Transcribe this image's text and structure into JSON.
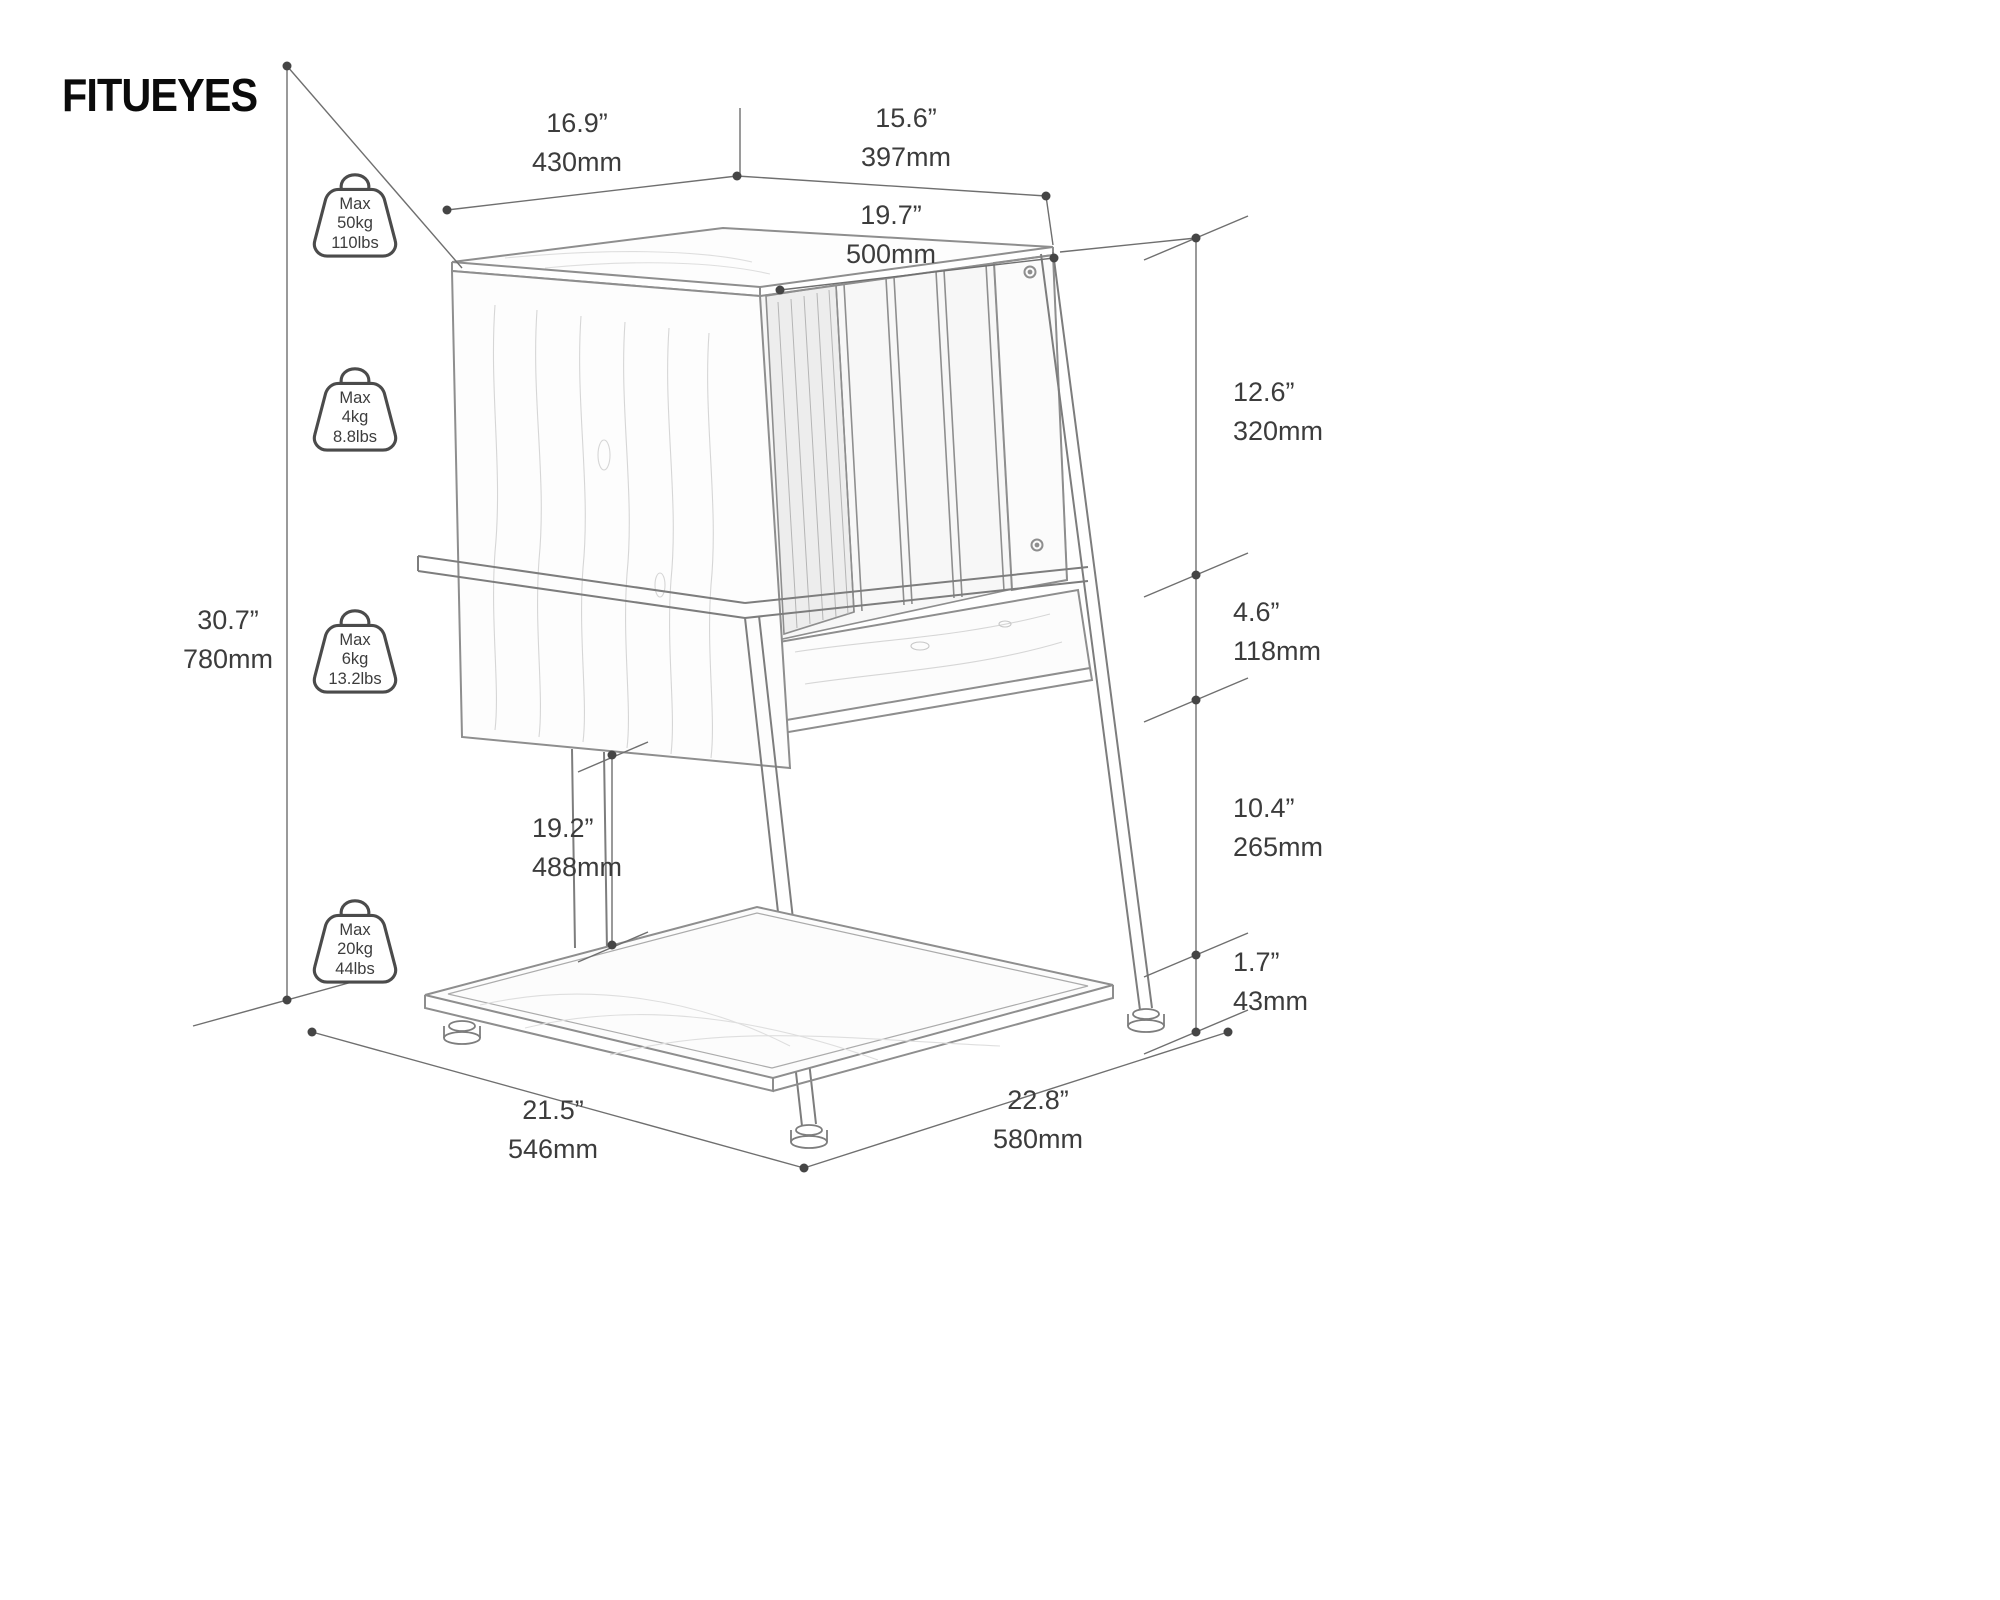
{
  "brand": "FITUEYES",
  "dimensions": {
    "top_width": {
      "in": "16.9”",
      "mm": "430mm"
    },
    "top_depth": {
      "in": "15.6”",
      "mm": "397mm"
    },
    "inner_depth": {
      "in": "19.7”",
      "mm": "500mm"
    },
    "upper_height": {
      "in": "12.6”",
      "mm": "320mm"
    },
    "shelf_gap": {
      "in": "4.6”",
      "mm": "118mm"
    },
    "lower_height": {
      "in": "10.4”",
      "mm": "265mm"
    },
    "foot_height": {
      "in": "1.7”",
      "mm": "43mm"
    },
    "overall_height": {
      "in": "30.7”",
      "mm": "780mm"
    },
    "pole_height": {
      "in": "19.2”",
      "mm": "488mm"
    },
    "base_width": {
      "in": "21.5”",
      "mm": "546mm"
    },
    "base_depth": {
      "in": "22.8”",
      "mm": "580mm"
    }
  },
  "capacities": [
    {
      "max": "Max",
      "kg": "50kg",
      "lbs": "110lbs"
    },
    {
      "max": "Max",
      "kg": "4kg",
      "lbs": "8.8lbs"
    },
    {
      "max": "Max",
      "kg": "6kg",
      "lbs": "13.2lbs"
    },
    {
      "max": "Max",
      "kg": "20kg",
      "lbs": "44lbs"
    }
  ]
}
